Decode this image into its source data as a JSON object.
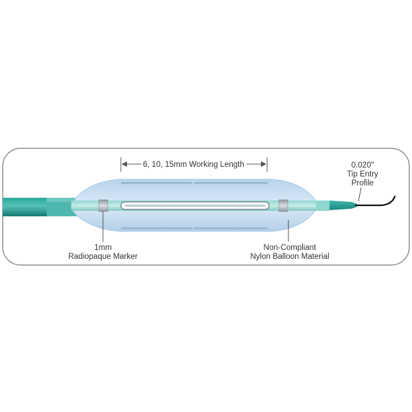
{
  "colors": {
    "background": "#ffffff",
    "frame_stroke": "#777777",
    "shaft_teal": "#1f8f86",
    "shaft_teal_light": "#7fd4cc",
    "balloon_blue": "#c6ddf0",
    "balloon_edge": "#a8c8e6",
    "marker_gray": "#9aa3ab",
    "wire_black": "#111111",
    "label_text": "#333333"
  },
  "labels": {
    "working_length": "6, 10, 15mm Working Length",
    "tip_profile": [
      "0.020\"",
      "Tip Entry",
      "Profile"
    ],
    "marker": [
      "1mm",
      "Radiopaque Marker"
    ],
    "balloon_material": [
      "Non-Compliant",
      "Nylon Balloon Material"
    ]
  },
  "icons": {
    "left_arrow": "arrow-left-icon",
    "right_arrow": "arrow-right-icon"
  }
}
